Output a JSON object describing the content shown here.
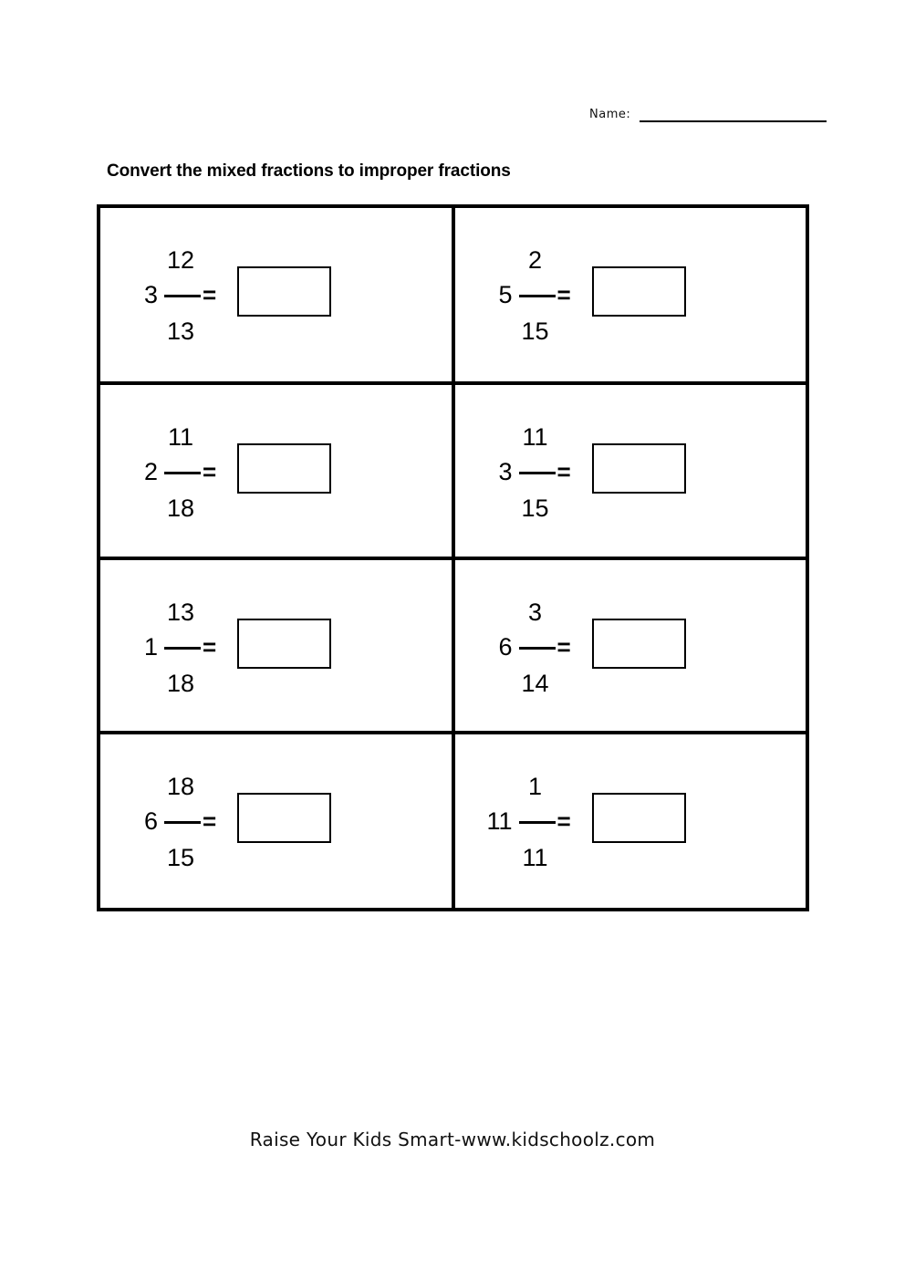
{
  "header": {
    "name_label": "Name:",
    "name_value": ""
  },
  "worksheet": {
    "title": "Convert the mixed fractions to improper fractions",
    "problems": [
      {
        "whole": "3",
        "numerator": "12",
        "denominator": "13",
        "equals": "=",
        "answer": ""
      },
      {
        "whole": "5",
        "numerator": "2",
        "denominator": "15",
        "equals": "=",
        "answer": ""
      },
      {
        "whole": "2",
        "numerator": "11",
        "denominator": "18",
        "equals": "=",
        "answer": ""
      },
      {
        "whole": "3",
        "numerator": "11",
        "denominator": "15",
        "equals": "=",
        "answer": ""
      },
      {
        "whole": "1",
        "numerator": "13",
        "denominator": "18",
        "equals": "=",
        "answer": ""
      },
      {
        "whole": "6",
        "numerator": "3",
        "denominator": "14",
        "equals": "=",
        "answer": ""
      },
      {
        "whole": "6",
        "numerator": "18",
        "denominator": "15",
        "equals": "=",
        "answer": ""
      },
      {
        "whole": "11",
        "numerator": "1",
        "denominator": "11",
        "equals": "=",
        "answer": ""
      }
    ]
  },
  "footer": {
    "text": "Raise Your Kids Smart-www.kidschoolz.com"
  }
}
